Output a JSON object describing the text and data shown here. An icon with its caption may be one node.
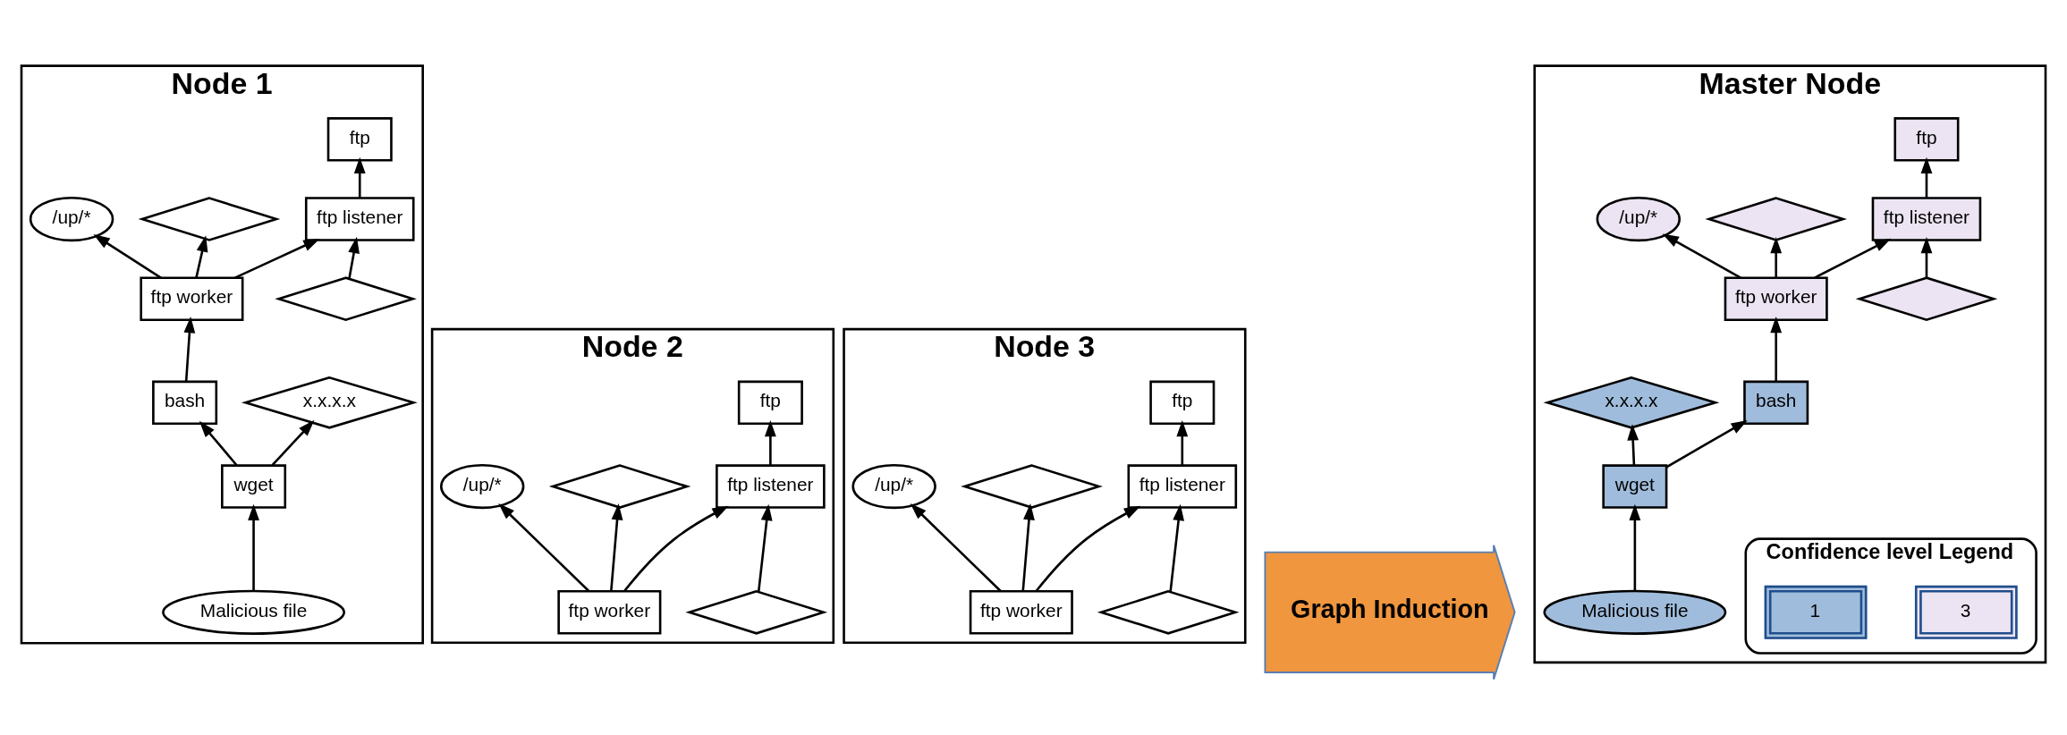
{
  "diagram": {
    "nodes": [
      {
        "text": [
          "Node 1"
        ]
      },
      {
        "text": [
          "ftp"
        ],
        "in": 0
      },
      {
        "text": [],
        "shape": "diamond",
        "in": 0
      },
      {
        "text": [
          "ftp listener"
        ],
        "in": 0
      },
      {
        "text": [
          "/up/*"
        ],
        "in": 0
      },
      {
        "text": [
          "ftp worker"
        ],
        "in": 0
      },
      {
        "text": [],
        "shape": "diamond",
        "in": 0
      },
      {
        "text": [
          "bash"
        ],
        "in": 0
      },
      {
        "text": [
          "x.x.x.x"
        ],
        "in": 0
      },
      {
        "text": [
          "wget"
        ],
        "in": 0
      },
      {
        "text": [
          "Malicious file"
        ],
        "in": 0
      },
      {
        "text": [
          "Node 2"
        ]
      },
      {
        "text": [
          "ftp"
        ],
        "in": 11
      },
      {
        "text": [
          "ftp listener"
        ],
        "in": 11
      },
      {
        "text": [],
        "shape": "diamond",
        "in": 11
      },
      {
        "text": [
          "/up/*"
        ],
        "in": 11
      },
      {
        "text": [
          "ftp worker"
        ],
        "in": 11
      },
      {
        "text": [],
        "shape": "diamond",
        "in": 11
      },
      {
        "text": [
          "Node 3"
        ]
      },
      {
        "text": [
          "ftp"
        ],
        "in": 18
      },
      {
        "text": [
          "ftp listener"
        ],
        "in": 18
      },
      {
        "text": [],
        "shape": "diamond",
        "in": 18
      },
      {
        "text": [
          "/up/*"
        ],
        "in": 18
      },
      {
        "text": [
          "ftp worker"
        ],
        "in": 18
      },
      {
        "text": [],
        "shape": "diamond",
        "in": 18
      },
      {
        "text": [
          "Graph Induction"
        ]
      },
      {
        "text": [
          "Master Node"
        ]
      },
      {
        "text": [],
        "shape": "diamond",
        "in": 26
      },
      {
        "text": [
          "ftp"
        ],
        "in": 26
      },
      {
        "text": [
          "ftp listener"
        ],
        "in": 26
      },
      {
        "text": [
          "/up/*"
        ],
        "in": 26
      },
      {
        "text": [
          "Malicious file"
        ],
        "in": 26
      },
      {
        "text": [
          "ftp worker"
        ],
        "in": 26
      },
      {
        "text": [],
        "shape": "diamond",
        "in": 26
      },
      {
        "text": [
          "x.x.x.x"
        ],
        "in": 26
      },
      {
        "text": [
          "bash"
        ],
        "in": 26
      },
      {
        "text": [
          "wget"
        ],
        "in": 26
      },
      {
        "text": [
          "Confidence level Legend"
        ],
        "in": 26
      }
    ],
    "edges": [
      {
        "from": 3,
        "to": 1,
        "arrow": "to"
      },
      {
        "from": 2,
        "to": 3,
        "arrow": "to"
      },
      {
        "from": 5,
        "to": 3,
        "arrow": "to"
      },
      {
        "from": 5,
        "to": 4,
        "arrow": "to"
      },
      {
        "from": 5,
        "to": 6,
        "arrow": "to"
      },
      {
        "from": 7,
        "to": 5,
        "arrow": "to"
      },
      {
        "from": 9,
        "to": 7,
        "arrow": "to"
      },
      {
        "from": 9,
        "to": 8,
        "arrow": "to"
      },
      {
        "from": 10,
        "to": 9,
        "arrow": "to"
      },
      {
        "from": 13,
        "to": 12,
        "arrow": "to"
      },
      {
        "from": 14,
        "to": 13,
        "arrow": "to"
      },
      {
        "from": 16,
        "to": 13,
        "arrow": "to"
      },
      {
        "from": 16,
        "to": 15,
        "arrow": "to"
      },
      {
        "from": 16,
        "to": 17,
        "arrow": "to"
      },
      {
        "from": 20,
        "to": 19,
        "arrow": "to"
      },
      {
        "from": 21,
        "to": 20,
        "arrow": "to"
      },
      {
        "from": 23,
        "to": 20,
        "arrow": "to"
      },
      {
        "from": 23,
        "to": 22,
        "arrow": "to"
      },
      {
        "from": 23,
        "to": 24,
        "arrow": "to"
      },
      {
        "from": 27,
        "to": 29,
        "arrow": "to"
      },
      {
        "from": 29,
        "to": 28,
        "arrow": "to"
      },
      {
        "from": 32,
        "to": 29,
        "arrow": "to"
      },
      {
        "from": 32,
        "to": 30,
        "arrow": "to"
      },
      {
        "from": 32,
        "to": 33,
        "arrow": "to"
      },
      {
        "from": 35,
        "to": 32,
        "arrow": "to"
      },
      {
        "from": 36,
        "to": 35,
        "arrow": "to"
      },
      {
        "from": 36,
        "to": 34,
        "arrow": "to"
      },
      {
        "from": 31,
        "to": 36,
        "arrow": "to"
      }
    ],
    "legend": [
      {
        "text": "1",
        "color": "#a0bcdc"
      },
      {
        "text": "3",
        "color": "#ece4f2"
      }
    ]
  }
}
